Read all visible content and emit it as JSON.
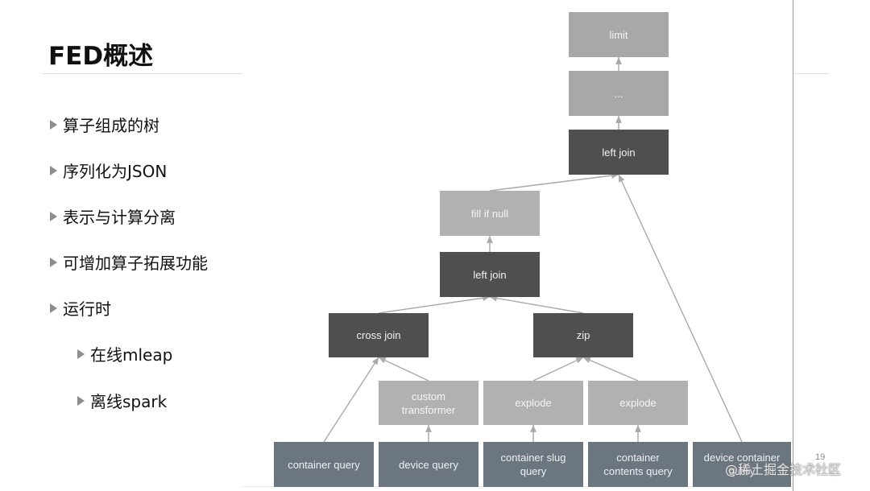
{
  "slide": {
    "title": "FED概述",
    "page_number": "19",
    "watermark": "@稀土掘金技术社区"
  },
  "bullets": [
    "算子组成的树",
    "序列化为JSON",
    "表示与计算分离",
    "可增加算子拓展功能",
    "运行时",
    "在线mleap",
    "离线spark"
  ],
  "diagram": {
    "nodes": {
      "limit": "limit",
      "ellipsis": "...",
      "left_join_top": "left join",
      "fill_if_null": "fill if null",
      "left_join_mid": "left join",
      "cross_join": "cross join",
      "zip": "zip",
      "custom_transformer": "custom\ntransformer",
      "explode_1": "explode",
      "explode_2": "explode",
      "container_query": "container query",
      "device_query": "device query",
      "container_slug_query": "container slug\nquery",
      "container_contents_query": "container\ncontents query",
      "device_container_query": "device container\nquery"
    },
    "edges": [
      [
        "container_query",
        "cross_join"
      ],
      [
        "custom_transformer",
        "cross_join"
      ],
      [
        "device_query",
        "custom_transformer"
      ],
      [
        "container_slug_query",
        "explode_1"
      ],
      [
        "container_contents_query",
        "explode_2"
      ],
      [
        "explode_1",
        "zip"
      ],
      [
        "explode_2",
        "zip"
      ],
      [
        "cross_join",
        "left_join_mid"
      ],
      [
        "zip",
        "left_join_mid"
      ],
      [
        "left_join_mid",
        "fill_if_null"
      ],
      [
        "fill_if_null",
        "left_join_top"
      ],
      [
        "device_container_query",
        "left_join_top"
      ],
      [
        "left_join_top",
        "ellipsis"
      ],
      [
        "ellipsis",
        "limit"
      ]
    ],
    "colors": {
      "light_node": "#a8a8a8",
      "dark_node": "#4f4f4f",
      "query_node": "#6b7680",
      "edge": "#a9a9a9"
    }
  }
}
